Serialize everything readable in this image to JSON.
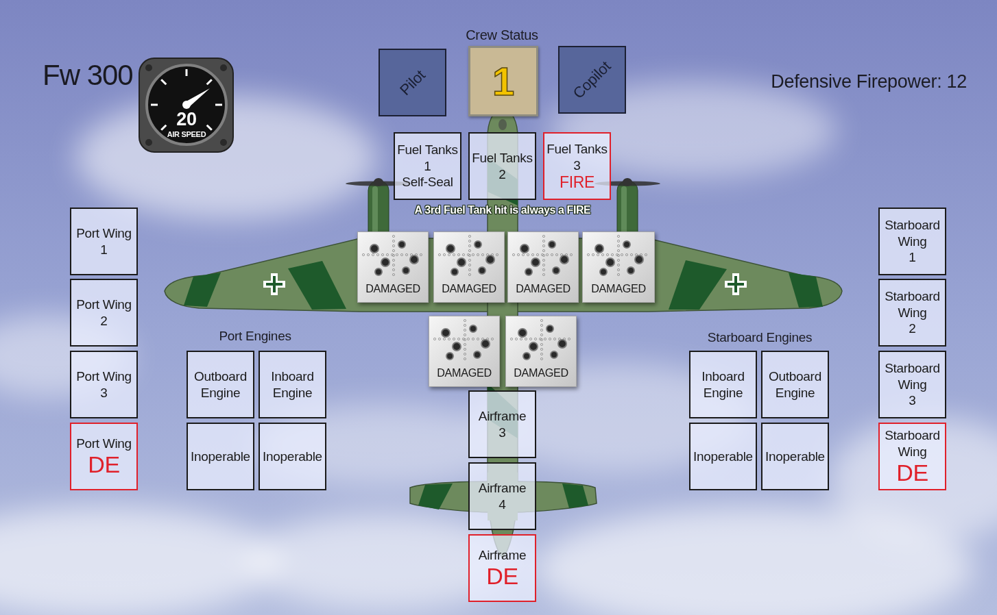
{
  "diagram": {
    "title": "Fw 300",
    "nodes": [
      {
        "text": [
          "Pilot"
        ]
      },
      {
        "text": [
          "1"
        ]
      },
      {
        "text": [
          "Copilot"
        ]
      },
      {
        "text": [
          "Fuel Tanks",
          "1",
          "Self-Seal"
        ]
      },
      {
        "text": [
          "Fuel Tanks",
          "2"
        ]
      },
      {
        "text": [
          "Fuel Tanks",
          "3",
          "FIRE"
        ]
      },
      {
        "text": [
          "Port Wing",
          "1"
        ]
      },
      {
        "text": [
          "Port Wing",
          "2"
        ]
      },
      {
        "text": [
          "Port Wing",
          "3"
        ]
      },
      {
        "text": [
          "Port Wing",
          "DE"
        ]
      },
      {
        "text": [
          "Starboard Wing",
          "1"
        ]
      },
      {
        "text": [
          "Starboard Wing",
          "2"
        ]
      },
      {
        "text": [
          "Starboard Wing",
          "3"
        ]
      },
      {
        "text": [
          "Starboard Wing",
          "DE"
        ]
      },
      {
        "text": [
          "DAMAGED"
        ]
      },
      {
        "text": [
          "DAMAGED"
        ]
      },
      {
        "text": [
          "DAMAGED"
        ]
      },
      {
        "text": [
          "DAMAGED"
        ]
      },
      {
        "text": [
          "DAMAGED"
        ]
      },
      {
        "text": [
          "DAMAGED"
        ]
      },
      {
        "text": [
          "Outboard Engine"
        ]
      },
      {
        "text": [
          "Inboard Engine"
        ]
      },
      {
        "text": [
          "Inoperable"
        ]
      },
      {
        "text": [
          "Inoperable"
        ]
      },
      {
        "text": [
          "Inboard Engine"
        ]
      },
      {
        "text": [
          "Outboard Engine"
        ]
      },
      {
        "text": [
          "Inoperable"
        ]
      },
      {
        "text": [
          "Inoperable"
        ]
      },
      {
        "text": [
          "Airframe",
          "3"
        ]
      },
      {
        "text": [
          "Airframe",
          "4"
        ]
      },
      {
        "text": [
          "Airframe",
          "DE"
        ]
      }
    ],
    "labels": [
      "20",
      "AIR SPEED",
      "Crew Status",
      "Defensive Firepower: 12",
      "A 3rd Fuel Tank hit is always a FIRE",
      "Port Engines",
      "Starboard Engines"
    ]
  }
}
